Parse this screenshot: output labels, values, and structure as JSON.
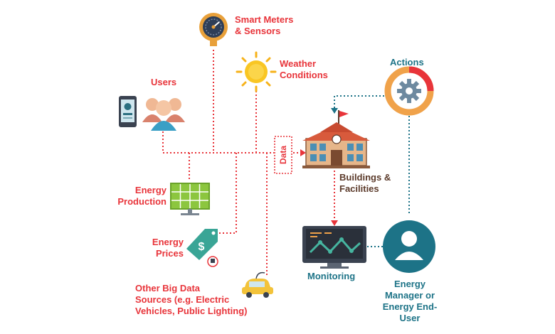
{
  "labels": {
    "smart_meters": "Smart Meters\n& Sensors",
    "weather": "Weather\nConditions",
    "users": "Users",
    "energy_production": "Energy\nProduction",
    "energy_prices": "Energy\nPrices",
    "other_sources": "Other Big Data\nSources (e.g. Electric\nVehicles, Public Lighting)",
    "data": "Data",
    "actions": "Actions",
    "buildings": "Buildings &\nFacilities",
    "monitoring": "Monitoring",
    "energy_manager": "Energy\nManager or\nEnergy End-\nUser"
  },
  "colors": {
    "red_flow": "#e8343a",
    "teal_flow": "#1d7387",
    "label_red": "#e8343a",
    "label_blue": "#1d7387",
    "label_dark": "#5b3a2a"
  },
  "icons": {
    "smart_meter": "meter-gauge-icon",
    "weather": "sun-icon",
    "users": "users-group-icon",
    "phone": "smartphone-icon",
    "energy_production": "solar-panel-icon",
    "energy_prices": "price-tag-icon",
    "other_sources": "electric-car-icon",
    "actions": "gear-cycle-icon",
    "buildings": "building-icon",
    "monitoring": "monitor-chart-icon",
    "energy_manager": "user-avatar-icon"
  }
}
